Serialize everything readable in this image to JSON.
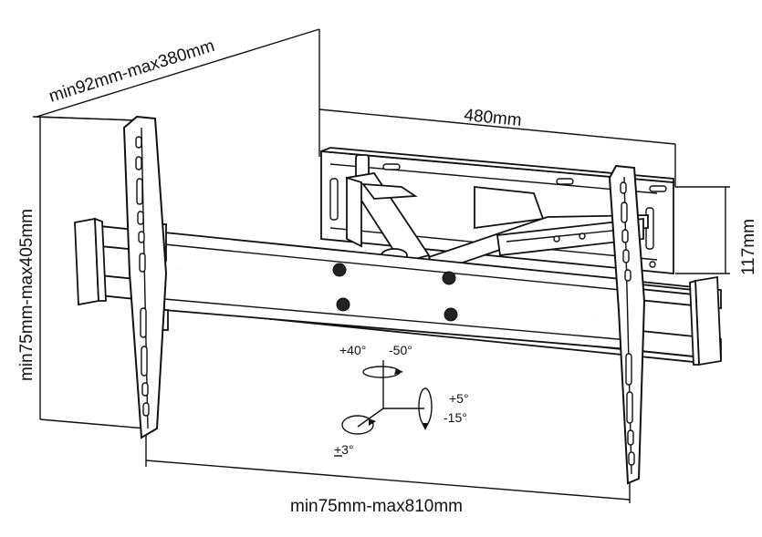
{
  "labels": {
    "depth": "min92mm-max380mm",
    "vertical_spacing": "min75mm-max405mm",
    "plate_width": "480mm",
    "plate_height": "117mm",
    "horizontal_spacing": "min75mm-max810mm"
  },
  "angles": {
    "swivel_left": "+40°",
    "swivel_right": "-50°",
    "tilt_up": "+5°",
    "tilt_down": "-15°",
    "rotate": "+3°"
  }
}
